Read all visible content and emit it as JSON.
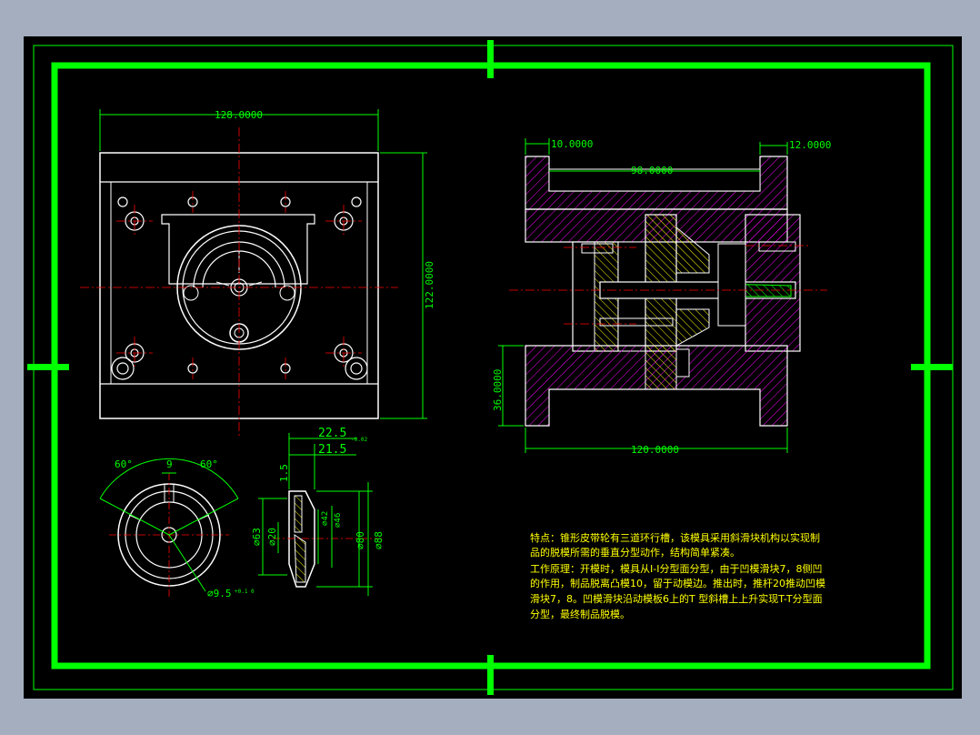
{
  "drawing": {
    "top_view": {
      "width_dim": "128.0000",
      "height_dim": "122.0000"
    },
    "section_view": {
      "dim_left_flange": "10.0000",
      "dim_right_flange": "12.0000",
      "dim_cavity": "98.0000",
      "dim_height": "36.0000",
      "dim_overall": "120.0000"
    },
    "part_view": {
      "angle_left": "60°",
      "angle_right": "60°",
      "slot_width": "9",
      "hole_dia": "⌀9.5",
      "hole_tol": "+0.1 0"
    },
    "profile_view": {
      "dim_a": "22.5",
      "dim_a_tol": "-0.02",
      "dim_b": "21.5",
      "dim_c": "1.5",
      "dia_63": "⌀63",
      "dia_20": "⌀20",
      "dia_42": "⌀42",
      "dia_46": "⌀46",
      "dia_80": "⌀80",
      "dia_88": "⌀88"
    },
    "notes": [
      "特点：锥形皮带轮有三道环行槽，该模具采用斜滑块机构以实现制",
      "品的脱模所需的垂直分型动作，结构简单紧凑。",
      "工作原理：开模时，模具从I-I分型面分型，由于凹模滑块7，8侧凹",
      "的作用，制品脱离凸模10，留于动模边。推出时，推杆20推动凹模",
      "滑块7，8。凹模滑块沿动模板6上的T  型斜槽上上升实现T-T分型面",
      "分型，最终制品脱模。"
    ],
    "colors": {
      "frame": "#00ff00",
      "outline": "#ffffff",
      "center_line": "#ff0000",
      "hatch": "#ff00ff",
      "note_text": "#ffff00"
    }
  }
}
